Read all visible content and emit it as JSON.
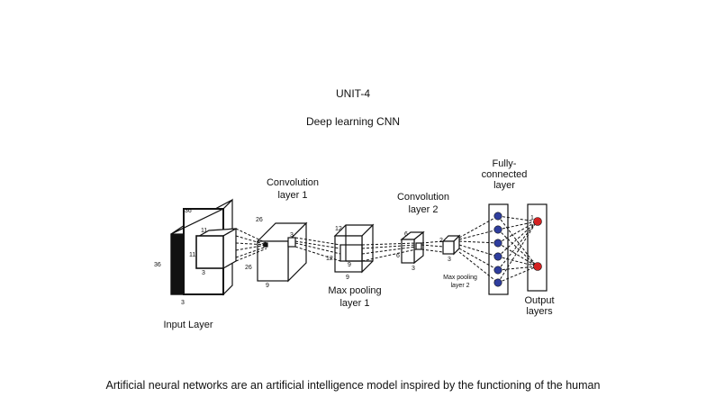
{
  "header": {
    "unit": "UNIT-4",
    "subtitle": "Deep learning CNN"
  },
  "diagram": {
    "labels": {
      "input_layer": "Input Layer",
      "conv1_line1": "Convolution",
      "conv1_line2": "layer 1",
      "maxpool1_line1": "Max pooling",
      "maxpool1_line2": "layer 1",
      "conv2_line1": "Convolution",
      "conv2_line2": "layer 2",
      "maxpool2_line1": "Max pooling",
      "maxpool2_line2": "layer 2",
      "fc_line1": "Fully-",
      "fc_line2": "connected",
      "fc_line3": "layer",
      "output_line1": "Output",
      "output_line2": "layers"
    },
    "dimensions": {
      "input_h": "36",
      "input_w": "36",
      "input_d": "3",
      "input_kernel_a": "11",
      "input_kernel_b": "11",
      "input_kernel_c": "3",
      "conv1_h": "26",
      "conv1_w": "26",
      "conv1_d": "9",
      "conv1_kernel": "3",
      "pool1_h": "12",
      "pool1_w": "12",
      "pool1_d": "9",
      "pool1_kernel": "9",
      "conv2_h": "6",
      "conv2_w": "6",
      "conv2_d": "3",
      "pool2_h": "2",
      "pool2_d": "3",
      "output_top": "1",
      "output_bottom": "5"
    },
    "colors": {
      "fc_node": "#2f3e9e",
      "output_node": "#d42222",
      "stroke": "#111111"
    }
  },
  "caption": "Artificial neural networks are an artificial intelligence model inspired by the functioning of the human"
}
